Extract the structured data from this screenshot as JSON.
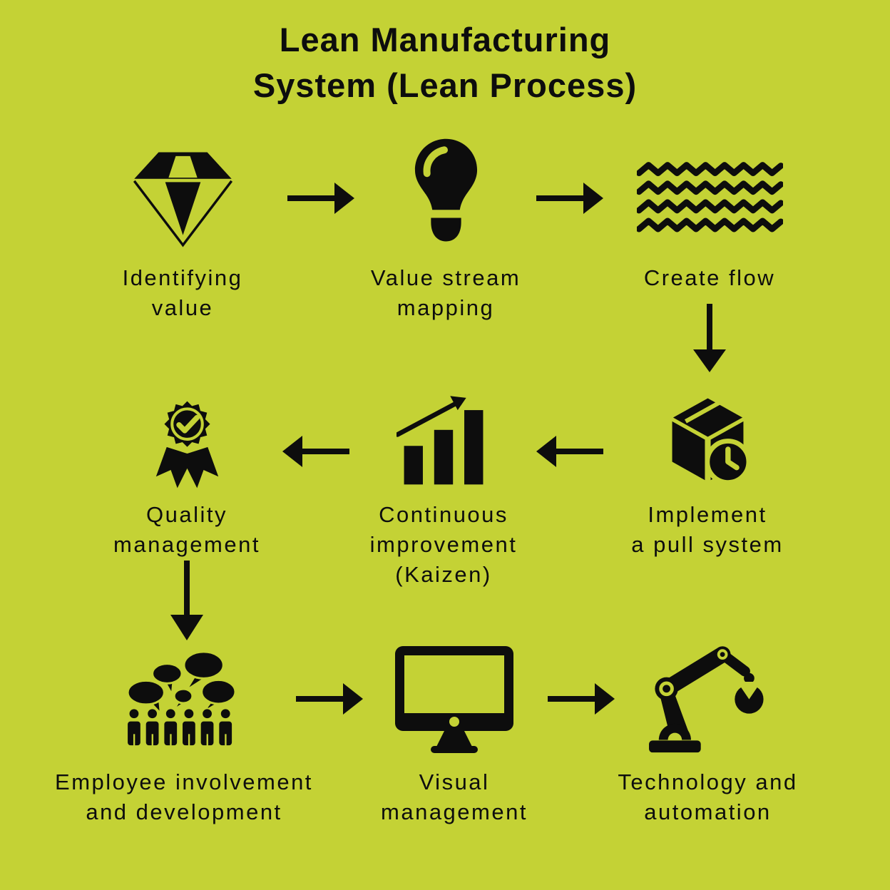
{
  "title": {
    "lines": [
      "Lean Manufacturing",
      "System (Lean Process)"
    ]
  },
  "colors": {
    "background": "#c4d235",
    "ink": "#0d0d0d"
  },
  "nodes": [
    {
      "id": "identifying-value",
      "icon": "diamond-icon",
      "lines": [
        "Identifying",
        "value"
      ]
    },
    {
      "id": "value-stream-mapping",
      "icon": "lightbulb-icon",
      "lines": [
        "Value stream",
        "mapping"
      ]
    },
    {
      "id": "create-flow",
      "icon": "waves-icon",
      "lines": [
        "Create flow"
      ]
    },
    {
      "id": "implement-pull-system",
      "icon": "box-clock-icon",
      "lines": [
        "Implement",
        "a pull system"
      ]
    },
    {
      "id": "continuous-improvement",
      "icon": "growth-chart-icon",
      "lines": [
        "Continuous",
        "improvement",
        "(Kaizen)"
      ]
    },
    {
      "id": "quality-management",
      "icon": "award-badge-icon",
      "lines": [
        "Quality",
        "management"
      ]
    },
    {
      "id": "employee-involvement",
      "icon": "people-discussion-icon",
      "lines": [
        "Employee involvement",
        "and development"
      ]
    },
    {
      "id": "visual-management",
      "icon": "monitor-icon",
      "lines": [
        "Visual",
        "management"
      ]
    },
    {
      "id": "technology-automation",
      "icon": "robot-arm-icon",
      "lines": [
        "Technology and",
        "automation"
      ]
    }
  ],
  "arrows": [
    {
      "id": "arrow-1",
      "direction": "right",
      "from": "identifying-value",
      "to": "value-stream-mapping"
    },
    {
      "id": "arrow-2",
      "direction": "right",
      "from": "value-stream-mapping",
      "to": "create-flow"
    },
    {
      "id": "arrow-3",
      "direction": "down",
      "from": "create-flow",
      "to": "implement-pull-system"
    },
    {
      "id": "arrow-4",
      "direction": "left",
      "from": "implement-pull-system",
      "to": "continuous-improvement"
    },
    {
      "id": "arrow-5",
      "direction": "left",
      "from": "continuous-improvement",
      "to": "quality-management"
    },
    {
      "id": "arrow-6",
      "direction": "down",
      "from": "quality-management",
      "to": "employee-involvement"
    },
    {
      "id": "arrow-7",
      "direction": "right",
      "from": "employee-involvement",
      "to": "visual-management"
    },
    {
      "id": "arrow-8",
      "direction": "right",
      "from": "visual-management",
      "to": "technology-automation"
    }
  ]
}
